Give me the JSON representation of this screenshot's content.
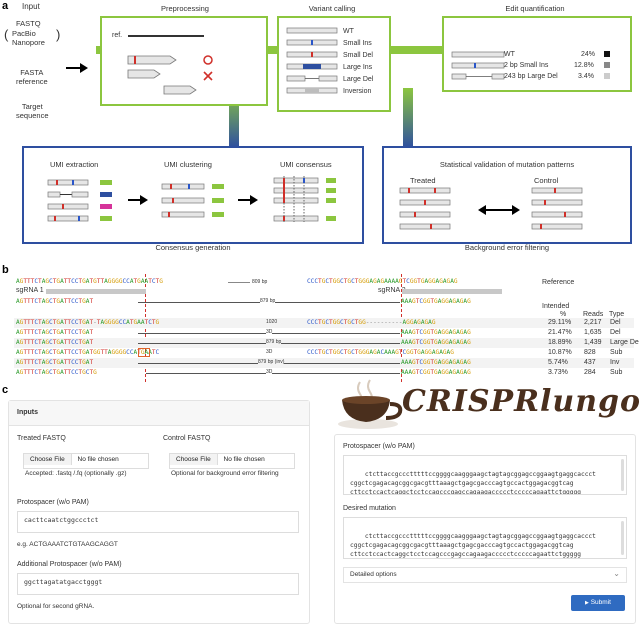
{
  "panel_a": {
    "letter": "a",
    "input": {
      "title": "Input",
      "fastq": "FASTQ",
      "platform": "PacBio\nNanopore",
      "fasta": "FASTA\nreference",
      "target": "Target\nsequence"
    },
    "preprocessing": {
      "title": "Preprocessing",
      "ref_label": "ref."
    },
    "variant_calling": {
      "title": "Variant calling",
      "labels": [
        "WT",
        "Small Ins",
        "Small Del",
        "Large Ins",
        "Large Del",
        "Inversion"
      ]
    },
    "edit_quant": {
      "title": "Edit quantification",
      "rows": [
        {
          "label": "WT",
          "pct": "24%",
          "color": "#111111"
        },
        {
          "label": "2 bp Small Ins",
          "pct": "12.8%",
          "color": "#888888"
        },
        {
          "label": "243 bp Large Del",
          "pct": "3.4%",
          "color": "#cccccc"
        }
      ]
    },
    "consensus": {
      "steps": [
        "UMI extraction",
        "UMI clustering",
        "UMI consensus"
      ],
      "caption": "Consensus generation"
    },
    "background": {
      "title": "Statistical validation of mutation patterns",
      "treated": "Treated",
      "control": "Control",
      "caption": "Background error filtering"
    }
  },
  "panel_b": {
    "letter": "b",
    "ref_seq_left": "AGTTTCTAGCTGATTCCTGATGTTAGGGGCCATGAATCTG",
    "ref_seq_right": "CCCTGCTGGCTGCTGGGAGAGAAAAGTCGGTGAGGAGAGAG",
    "ref_len": "809 bp",
    "ref_label": "Reference",
    "sgrna1": "sgRNA 1",
    "sgrna2": "sgRNA 2",
    "intended_left": "AGTTTCTAGCTGATTCCTGAT",
    "intended_right": "AAAGTCGGTGAGGAGAGAG",
    "intended_len": "879 bp",
    "intended_label": "Intended",
    "headers": {
      "pct": "%",
      "reads": "Reads",
      "type": "Type"
    },
    "rows": [
      {
        "left": "AGTTTCTAGCTGATTCCTGAT-TAGGGGCCATGAATCTG",
        "mid": "1020",
        "right": "CCCTGCTGGCTGCTGG----------AGGAGAGAG",
        "pct": "29.11%",
        "reads": "2,217",
        "type": "Del"
      },
      {
        "left": "AGTTTCTAGCTGATTCCTGAT",
        "mid": "3D",
        "right": "AAAGTCGGTGAGGAGAGAG",
        "pct": "21.47%",
        "reads": "1,635",
        "type": "Del"
      },
      {
        "left": "AGTTTCTAGCTGATTCCTGAT",
        "mid": "879 bp",
        "right": "AAAGTCGGTGAGGAGAGAG",
        "pct": "18.89%",
        "reads": "1,439",
        "type": "Large Del"
      },
      {
        "left": "AGTTTCTAGCTGATTCCTGATGGTTAGGGGCCATGAATC",
        "mid": "3D",
        "right": "CCCTGCTGGCTGCTGGGAGACAAAGTCGGTGAGGAGAGAG",
        "pct": "10.87%",
        "reads": "828",
        "type": "Sub"
      },
      {
        "left": "AGTTTCTAGCTGATTCCTGAT",
        "mid": "879 bp (inv)",
        "right": "AAAGTCGGTGAGGAGAGAG",
        "pct": "5.74%",
        "reads": "437",
        "type": "Inv"
      },
      {
        "left": "AGTTTCTAGCTGATTCCTGCTG",
        "mid": "3D",
        "right": "AAAGTCGGTGAGGAGAGAG",
        "pct": "3.73%",
        "reads": "284",
        "type": "Sub"
      }
    ]
  },
  "panel_c": {
    "letter": "c",
    "logo_text": "CRISPRlungo",
    "inputs_title": "Inputs",
    "treated": {
      "label": "Treated FASTQ",
      "button": "Choose File",
      "status": "No file chosen",
      "hint": "Accepted: .fastq /.fq (optionally .gz)"
    },
    "control": {
      "label": "Control FASTQ",
      "button": "Choose File",
      "status": "No file chosen",
      "hint": "Optional for background error filtering"
    },
    "protospacer": {
      "label": "Protospacer (w/o PAM)",
      "value": "cacttcaatctggccctct",
      "hint": "e.g. ACTGAAATCTGTAAGCAGGT"
    },
    "additional": {
      "label": "Additional Protospacer (w/o PAM)",
      "value": "ggcttagatatgacctgggt",
      "hint": "Optional for second gRNA."
    },
    "right_protospacer": {
      "label": "Protospacer (w/o PAM)",
      "value": "ctcttaccgccctttttccggggcaagggaagctagtagcggagccggaagtgaggcaccct\ncggctcgagacagcggcgacgtttaaagctgagcgacccagtgccactggagacggtcag\ncttcctccactcaggctcctccagcccgagccagaagaccccctcccccagaattctggggg"
    },
    "desired": {
      "label": "Desired mutation",
      "value": "ctcttaccgccctttttccggggcaagggaagctagtagcggagccggaagtgaggcaccct\ncggctcgagacagcggcgacgtttaaagctgagcgacccagtgccactggagacggtcag\ncttcctccactcaggctcctccagcccgagccagaagaccccctcccccagaattctggggg"
    },
    "detailed": "Detailed options",
    "submit": "Submit"
  }
}
